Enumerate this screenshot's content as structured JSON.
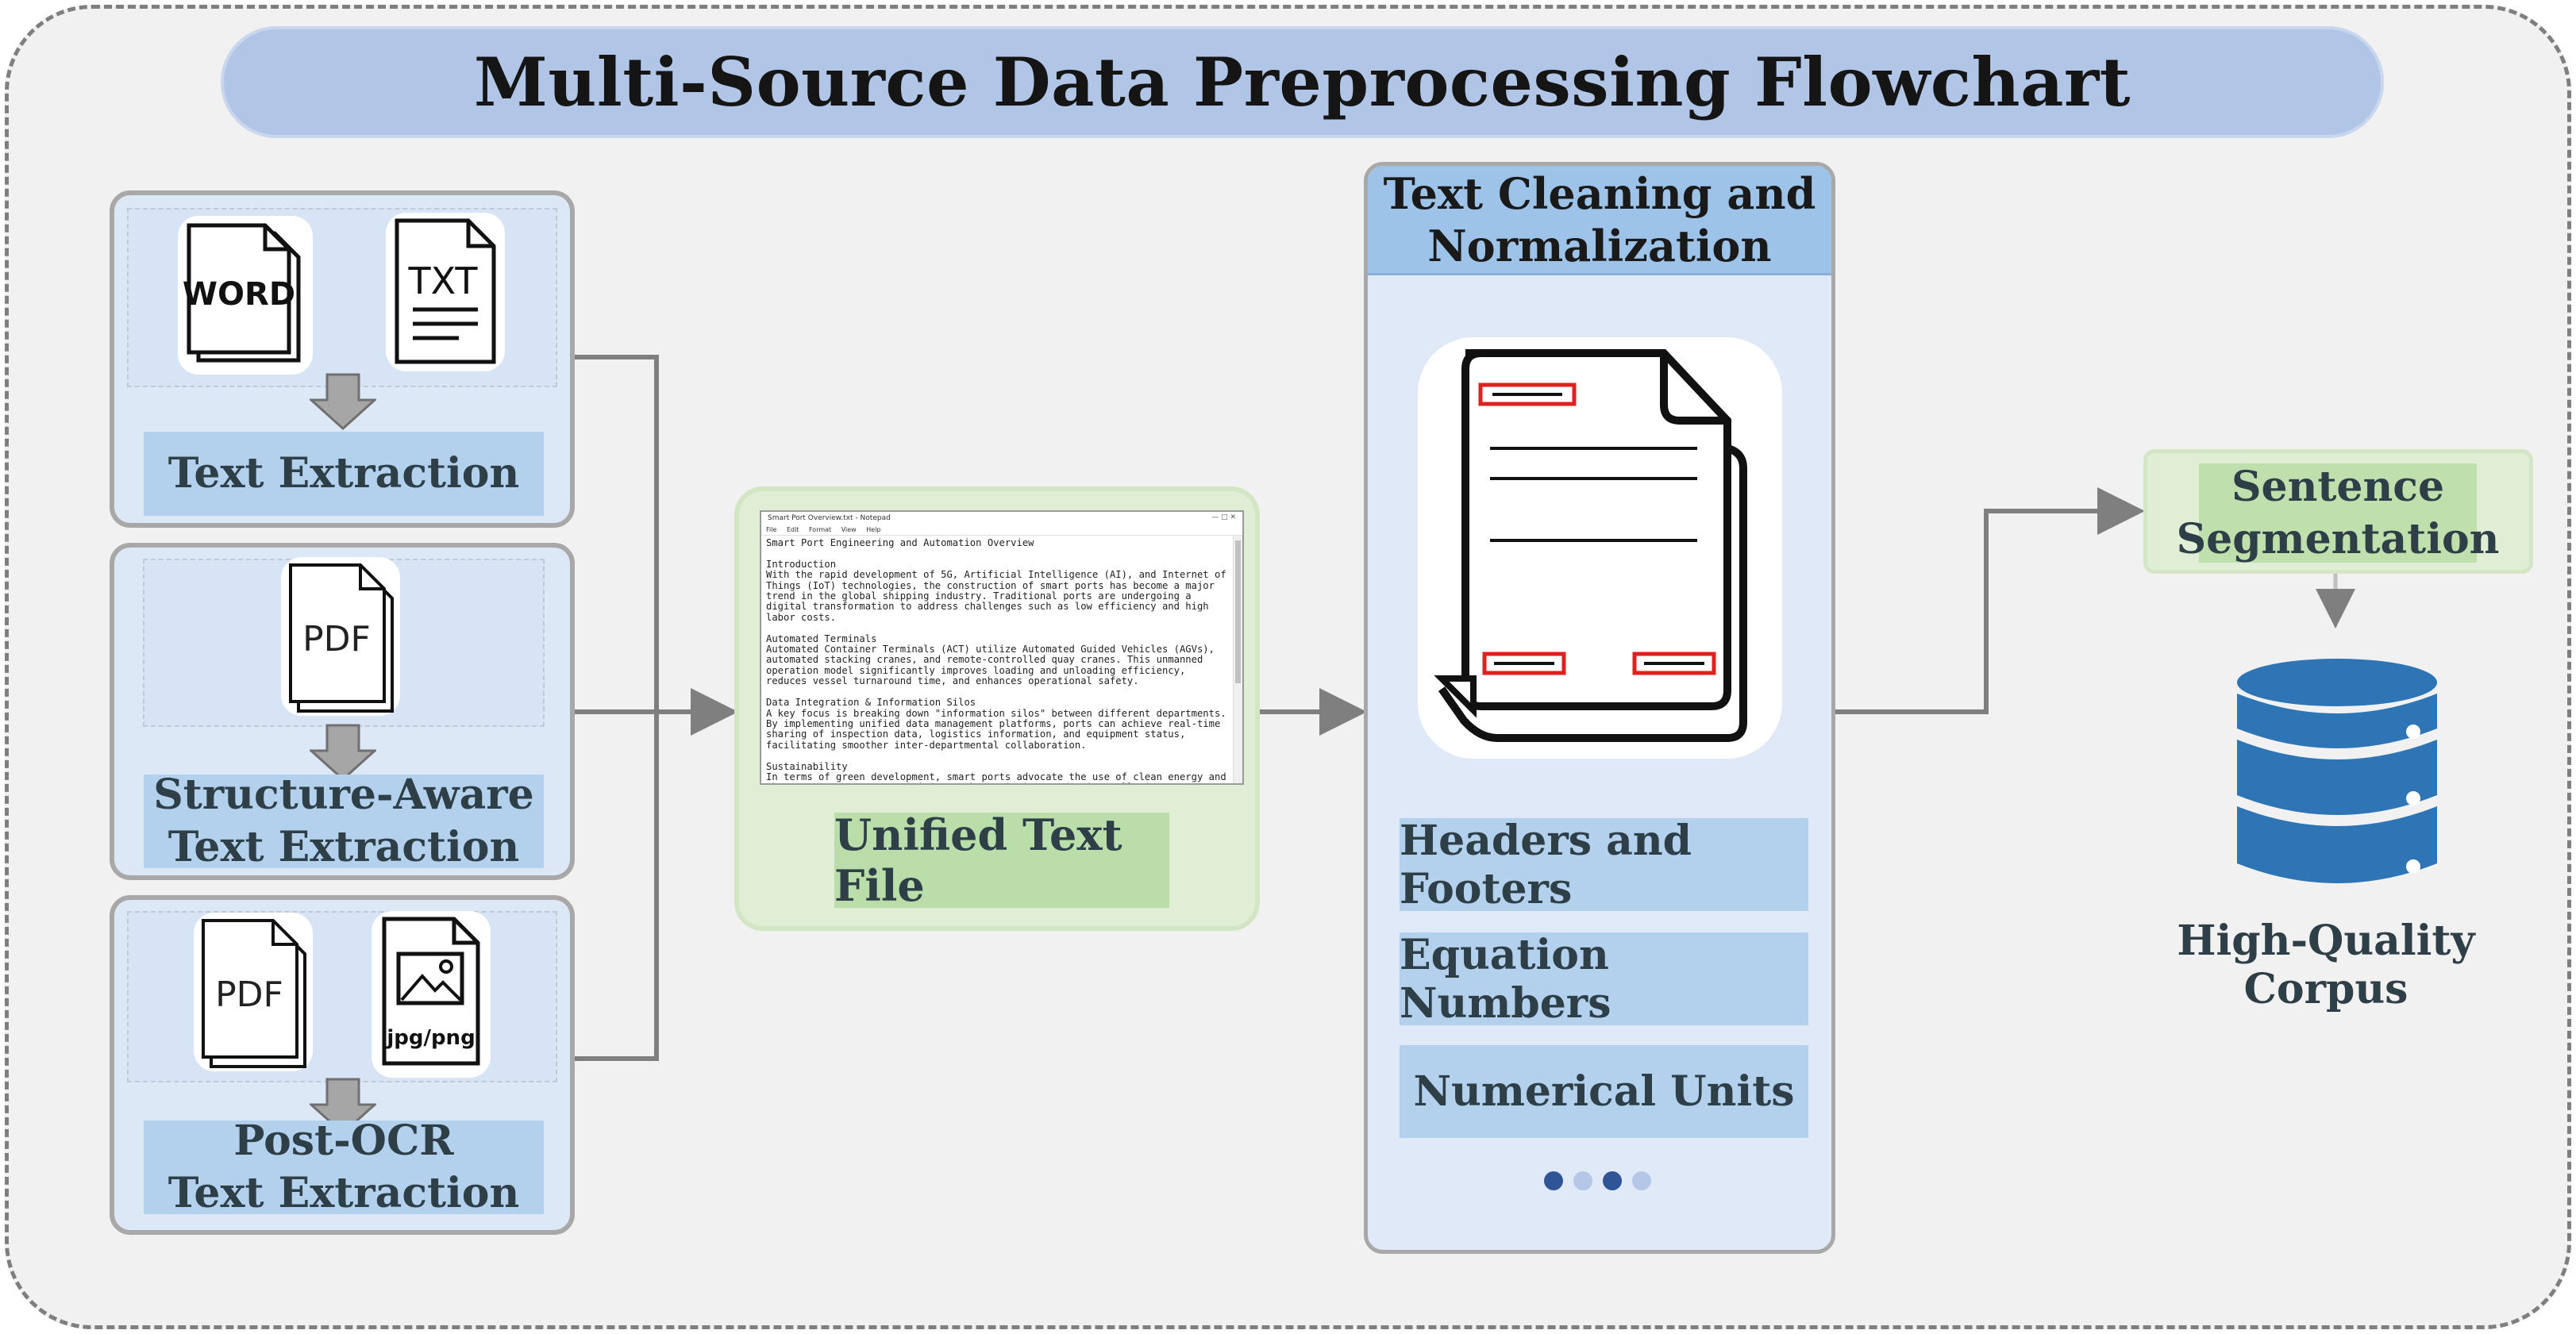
{
  "title": "Multi-Source Data Preprocessing Flowchart",
  "sources": [
    {
      "label_lines": [
        "Text Extraction"
      ],
      "icons": [
        "word-doc-icon",
        "txt-doc-icon"
      ]
    },
    {
      "label_lines": [
        "Structure-Aware",
        "Text Extraction"
      ],
      "icons": [
        "pdf-doc-icon"
      ]
    },
    {
      "label_lines": [
        "Post-OCR",
        "Text Extraction"
      ],
      "icons": [
        "pdf-doc-icon",
        "image-doc-icon"
      ]
    }
  ],
  "icon_text": {
    "word": "WORD",
    "txt": "TXT",
    "pdf": "PDF",
    "image": "jpg/png"
  },
  "unified": {
    "label": "Unified Text File",
    "notepad": {
      "window_title": "Smart Port Overview.txt - Notepad",
      "menu": [
        "File",
        "Edit",
        "Format",
        "View",
        "Help"
      ],
      "content": "Smart Port Engineering and Automation Overview\n\nIntroduction\nWith the rapid development of 5G, Artificial Intelligence (AI), and Internet of Things (IoT) technologies, the construction of smart ports has become a major trend in the global shipping industry. Traditional ports are undergoing a digital transformation to address challenges such as low efficiency and high labor costs.\n\nAutomated Terminals\nAutomated Container Terminals (ACT) utilize Automated Guided Vehicles (AGVs), automated stacking cranes, and remote-controlled quay cranes. This unmanned operation model significantly improves loading and unloading efficiency, reduces vessel turnaround time, and enhances operational safety.\n\nData Integration & Information Silos\nA key focus is breaking down \"information silos\" between different departments. By implementing unified data management platforms, ports can achieve real-time sharing of inspection data, logistics information, and equipment status, facilitating smoother inter-departmental collaboration.\n\nSustainability\nIn terms of green development, smart ports advocate the use of clean energy and shore power systems to minimize carbon emissions and noise pollution, contributing to environmental protection and sustainable growth."
    }
  },
  "cleaning": {
    "heading_lines": [
      "Text Cleaning and",
      "Normalization"
    ],
    "items": [
      "Headers and Footers",
      "Equation Numbers",
      "Numerical Units"
    ]
  },
  "segmentation": {
    "label_lines": [
      "Sentence",
      "Segmentation"
    ]
  },
  "corpus": {
    "label": "High-Quality Corpus"
  },
  "colors": {
    "panel_blue": "#dde8f6",
    "label_blue": "#b3d1ed",
    "panel_green": "#e1eed6",
    "label_green": "#b9deaa",
    "title_bar": "#b1c6e7",
    "database_blue": "#2e75b6",
    "highlight_red": "#e02020",
    "arrow_gray": "#7f7f7f"
  }
}
